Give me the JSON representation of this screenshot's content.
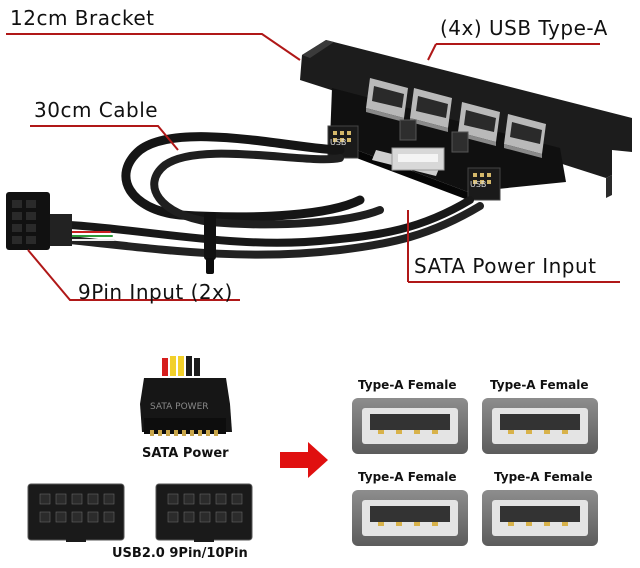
{
  "callouts": {
    "bracket": "12cm Bracket",
    "usb_ports": "(4x) USB Type-A",
    "cable": "30cm Cable",
    "sata_input": "SATA Power Input",
    "pin_input": "9Pin Input (2x)"
  },
  "board_silkscreen": {
    "usb_left": "USB",
    "usb_right": "USB"
  },
  "connectors": {
    "sata_power": "SATA Power",
    "usb_header": "USB2.0 9Pin/10Pin",
    "sata_plug_text": "SATA POWER"
  },
  "ports": [
    {
      "label": "Type-A Female"
    },
    {
      "label": "Type-A Female"
    },
    {
      "label": "Type-A Female"
    },
    {
      "label": "Type-A Female"
    }
  ],
  "colors": {
    "leader_line": "#b01818",
    "arrow": "#e01010",
    "bracket": "#1c1c1c",
    "port_outline": "#7a7a7a"
  }
}
